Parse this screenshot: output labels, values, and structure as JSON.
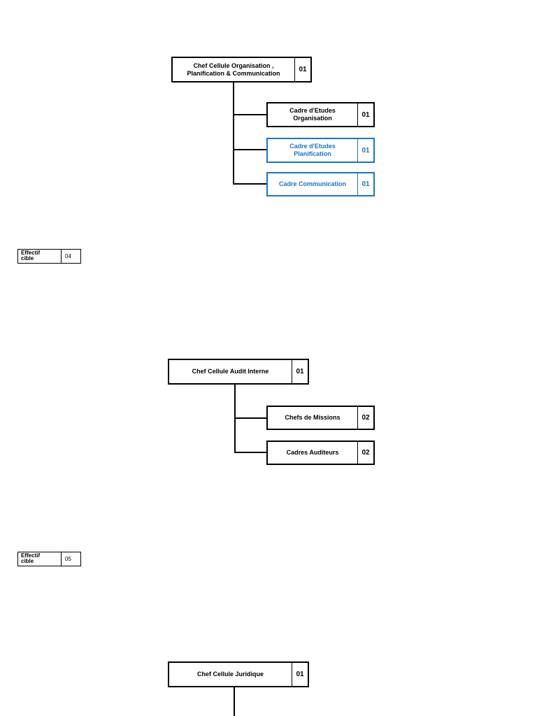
{
  "sections": [
    {
      "head": {
        "label": "Chef Cellule Organisation ,\nPlanification & Communication",
        "count": "01"
      },
      "children": [
        {
          "label": "Cadre d'Etudes\nOrganisation",
          "count": "01"
        },
        {
          "label": "Cadre d'Etudes\nPlanification",
          "count": "01"
        },
        {
          "label": "Cadre Communication",
          "count": "01"
        }
      ],
      "effectif": {
        "label": "Effectif\ncible",
        "count": "04"
      }
    },
    {
      "head": {
        "label": "Chef Cellule Audit Interne",
        "count": "01"
      },
      "children": [
        {
          "label": "Chefs de Missions",
          "count": "02"
        },
        {
          "label": "Cadres Auditeurs",
          "count": "02"
        }
      ],
      "effectif": {
        "label": "Effectif\ncible",
        "count": "05"
      }
    },
    {
      "head": {
        "label": "Chef Cellule Juridique",
        "count": "01"
      }
    }
  ],
  "colors": {
    "highlight": "#1a75c9",
    "line": "#000000"
  }
}
